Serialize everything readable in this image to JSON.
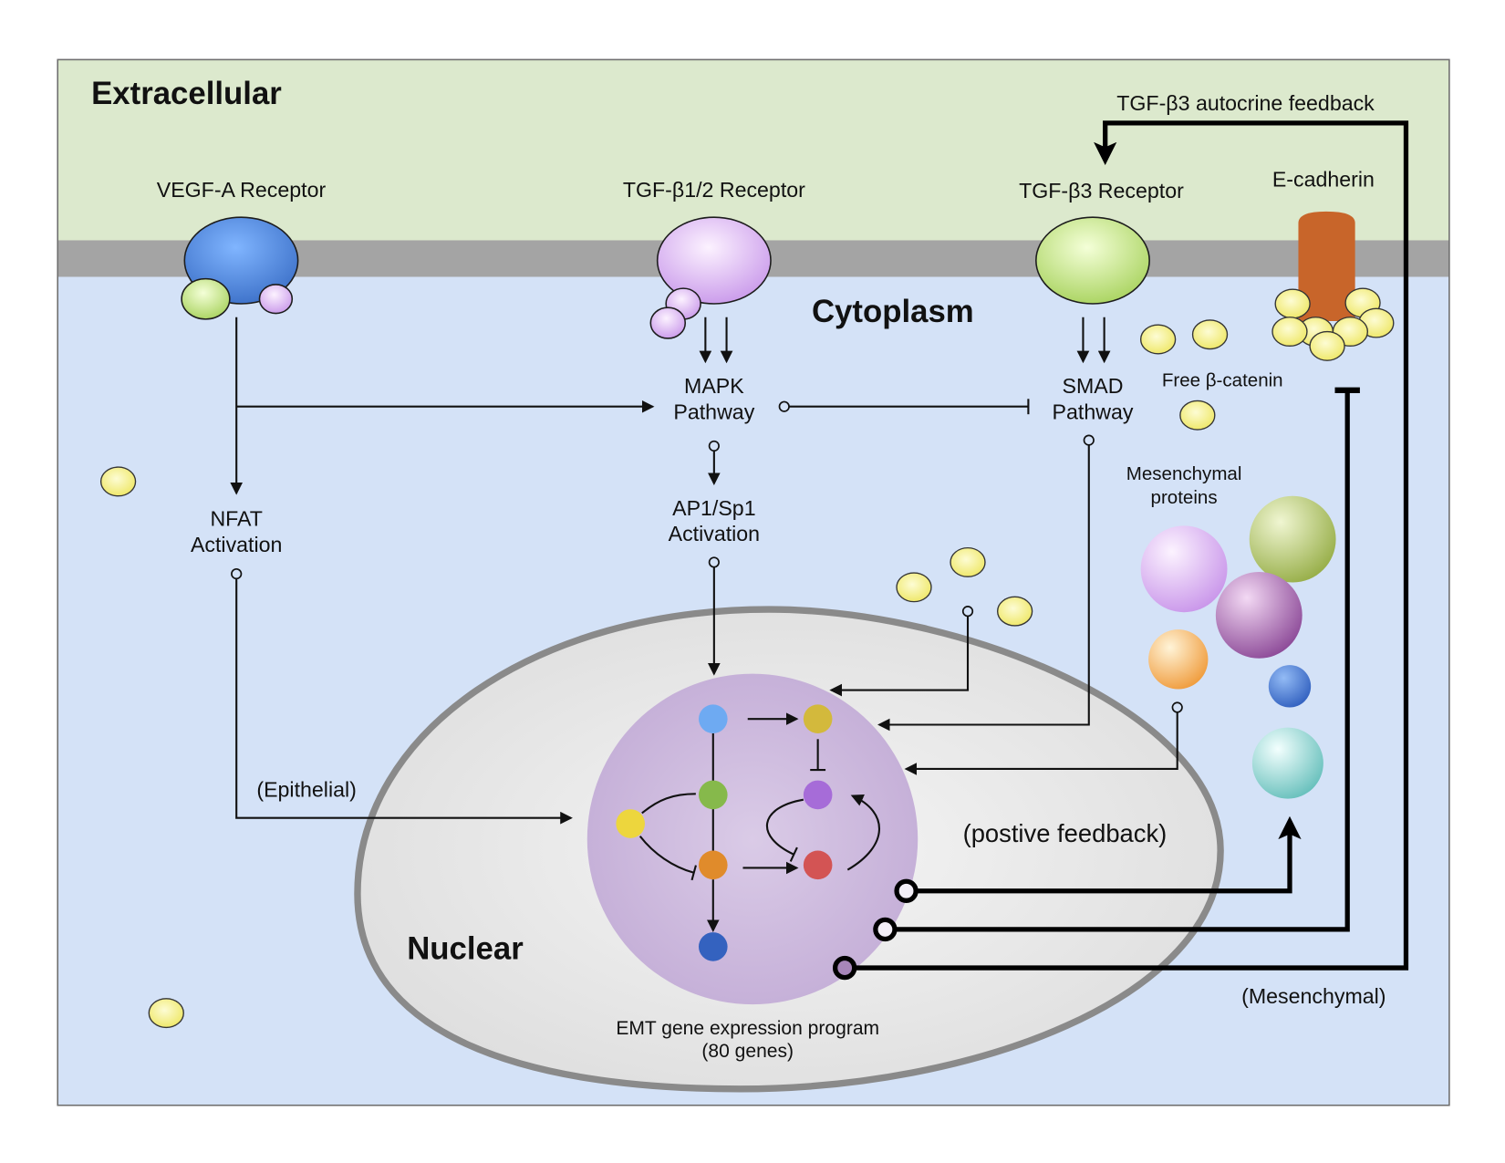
{
  "regions": {
    "extracellular": "Extracellular",
    "cytoplasm": "Cytoplasm",
    "nuclear": "Nuclear"
  },
  "receptors": {
    "vegf_a": "VEGF-A Receptor",
    "tgf_beta_1_2": "TGF-β1/2 Receptor",
    "tgf_beta_3": "TGF-β3 Receptor",
    "e_cadherin": "E-cadherin"
  },
  "autocrine_feedback_label": "TGF-β3 autocrine feedback",
  "pathways": {
    "mapk": {
      "line1": "MAPK",
      "line2": "Pathway"
    },
    "smad": {
      "line1": "SMAD",
      "line2": "Pathway"
    },
    "nfat": {
      "line1": "NFAT",
      "line2": "Activation"
    },
    "ap1_sp1": {
      "line1": "AP1/Sp1",
      "line2": "Activation"
    }
  },
  "free_beta_catenin_label": "Free β-catenin",
  "mesenchymal_proteins_label": {
    "line1": "Mesenchymal",
    "line2": "proteins"
  },
  "annotations": {
    "epithelial": "(Epithelial)",
    "positive_feedback": "(postive feedback)",
    "mesenchymal": "(Mesenchymal)"
  },
  "emt_program": {
    "line1": "EMT gene expression program",
    "line2": "(80 genes)"
  },
  "colors": {
    "extracellular": "#dce9cd",
    "cytoplasm": "#d4e2f7",
    "membrane": "#a4a4a4",
    "e_cadherin": "#c8652a"
  }
}
